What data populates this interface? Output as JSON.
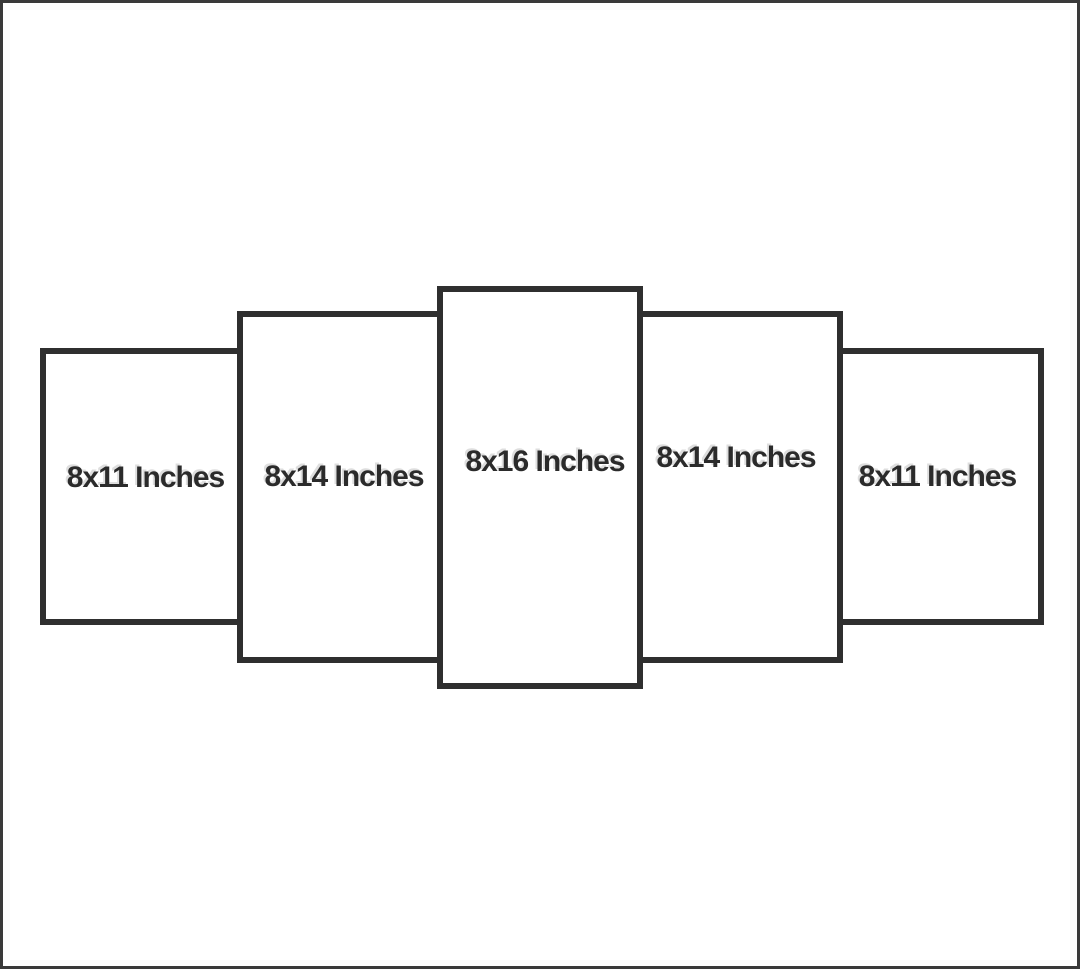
{
  "figure": {
    "colors": {
      "outline": "#2f2f2f",
      "text": "#2b2b2b",
      "background": "#ffffff",
      "page_border": "#3a3a3a"
    },
    "panels": [
      {
        "label": "8x11 Inches"
      },
      {
        "label": "8x14 Inches"
      },
      {
        "label": "8x16 Inches"
      },
      {
        "label": "8x14 Inches"
      },
      {
        "label": "8x11 Inches"
      }
    ]
  }
}
